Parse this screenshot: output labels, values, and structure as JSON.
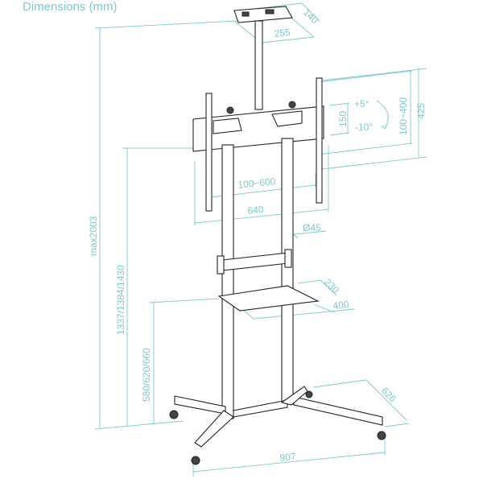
{
  "title": "Dimensions (mm)",
  "colors": {
    "dimension": "#7ec9cc",
    "ink": "#222222"
  },
  "dimensions": {
    "top_shelf_depth": "140",
    "top_shelf_width": "255",
    "vesa_vertical": "100~400",
    "bracket_height": "425",
    "tilt_span": "150",
    "tilt_up": "+5°",
    "tilt_down": "-10°",
    "vesa_horizontal": "100~600",
    "bracket_width": "640",
    "pole_diameter": "Ø45",
    "shelf_depth": "230",
    "shelf_width": "400",
    "max_height": "max2003",
    "mount_heights": "1337/1384/1430",
    "shelf_heights": "580/620/660",
    "base_depth": "626",
    "base_width": "907"
  }
}
